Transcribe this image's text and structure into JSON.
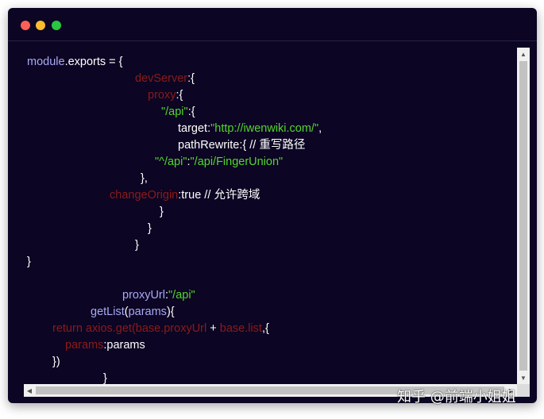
{
  "window": {
    "controls": {
      "close_color": "#ff5f57",
      "minimize_color": "#febc2e",
      "maximize_color": "#28c840"
    }
  },
  "code": {
    "l1": {
      "a": "module",
      "b": ".exports = {"
    },
    "l2": {
      "a": "devServer",
      "b": ":{"
    },
    "l3": {
      "a": "proxy",
      "b": ":{"
    },
    "l4": {
      "a": "\"/api\"",
      "b": ":{"
    },
    "l5": {
      "a": "target:",
      "b": "\"http://iwenwiki.com/\"",
      "c": ","
    },
    "l6": {
      "a": "pathRewrite:{ // 重写路径"
    },
    "l7": {
      "a": "\"^/api\"",
      "b": ":",
      "c": "\"/api/FingerUnion\""
    },
    "l8": {
      "a": "},"
    },
    "l9": {
      "a": "changeOrigin",
      "b": ":true // 允许跨域"
    },
    "l10": {
      "a": "}"
    },
    "l11": {
      "a": "}"
    },
    "l12": {
      "a": "}"
    },
    "l13": {
      "a": "}"
    },
    "l14": {
      "a": "proxyUrl",
      "b": ":",
      "c": "\"/api\""
    },
    "l15": {
      "a": "getList",
      "b": "(",
      "c": "params",
      "d": "){"
    },
    "l16": {
      "a": "return axios.get(base.proxyUrl",
      "b": " + ",
      "c": "base.list",
      "d": ",{"
    },
    "l17": {
      "a": "params",
      "b": ":params"
    },
    "l18": {
      "a": "})"
    },
    "l19": {
      "a": "}"
    }
  },
  "scrollbar": {
    "up_arrow": "▲",
    "down_arrow": "▼",
    "left_arrow": "◀",
    "right_arrow": "▶"
  },
  "watermark": {
    "text": "知乎 @前端小姐姐"
  },
  "colors": {
    "background": "#0c0523",
    "keyword_blue": "#a8a9f4",
    "keyword_red": "#8c1b1b",
    "string_green": "#54d62b",
    "text_white": "#ffffff"
  }
}
